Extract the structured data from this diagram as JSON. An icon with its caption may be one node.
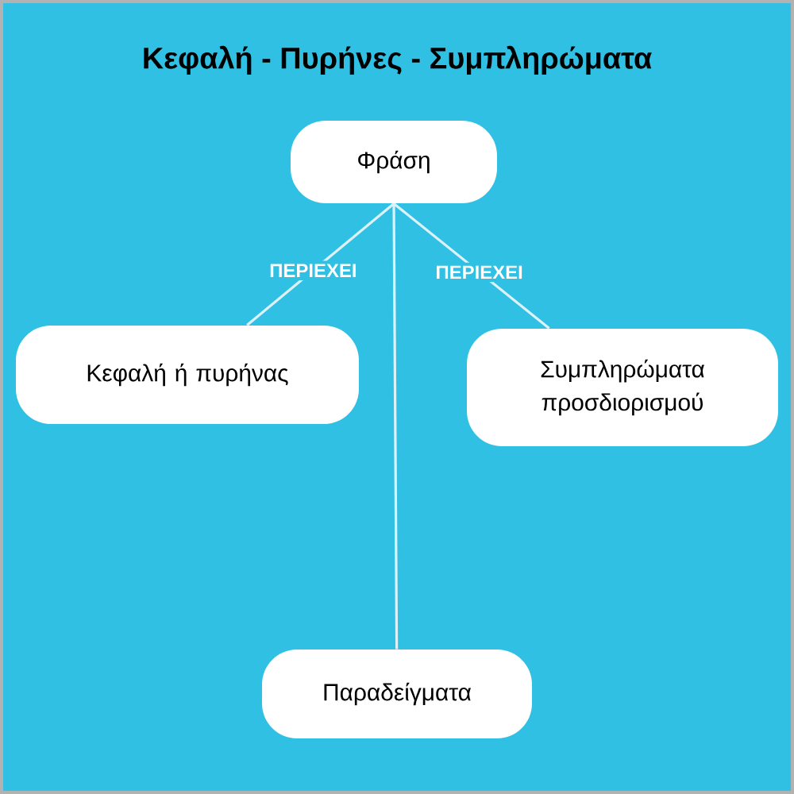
{
  "diagram": {
    "title": "Κεφαλή - Πυρήνες - Συμπληρώματα",
    "nodes": [
      {
        "text": [
          "Φράση"
        ]
      },
      {
        "text": [
          "Κεφαλή ή πυρήνας"
        ]
      },
      {
        "text": [
          "Συμπληρώματα προσδιορισμού"
        ]
      },
      {
        "text": [
          "Παραδείγματα"
        ]
      }
    ],
    "edges": [
      {
        "from": 0,
        "to": 1,
        "arrow": "none",
        "label": "ΠΕΡΙΕΧΕΙ"
      },
      {
        "from": 0,
        "to": 2,
        "arrow": "none",
        "label": "ΠΕΡΙΕΧΕΙ"
      },
      {
        "from": 0,
        "to": 3,
        "arrow": "none"
      }
    ]
  }
}
